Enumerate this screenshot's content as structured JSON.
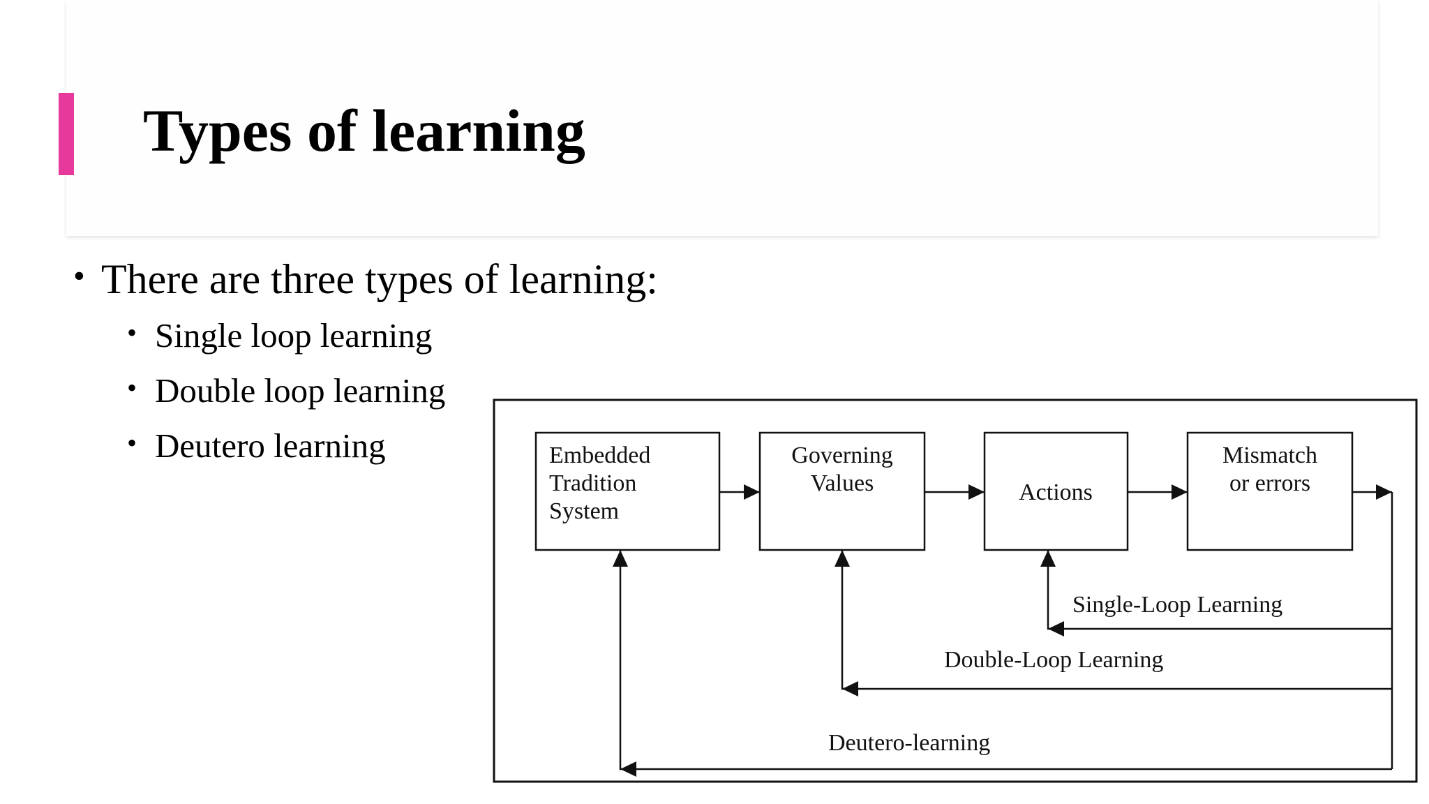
{
  "slide": {
    "title": "Types of learning",
    "accent_color": "#e6399b"
  },
  "content": {
    "intro": "There are three types of learning:",
    "items": [
      "Single loop learning",
      "Double loop learning",
      "Deutero learning"
    ]
  },
  "diagram": {
    "boxes": [
      {
        "id": "embedded",
        "lines": [
          "Embedded",
          "Tradition",
          "System"
        ]
      },
      {
        "id": "governing",
        "lines": [
          "Governing",
          "Values"
        ]
      },
      {
        "id": "actions",
        "lines": [
          "Actions"
        ]
      },
      {
        "id": "mismatch",
        "lines": [
          "Mismatch",
          "or errors"
        ]
      }
    ],
    "loops": [
      {
        "id": "single",
        "label": "Single-Loop Learning"
      },
      {
        "id": "double",
        "label": "Double-Loop Learning"
      },
      {
        "id": "deutero",
        "label": "Deutero-learning"
      }
    ]
  }
}
